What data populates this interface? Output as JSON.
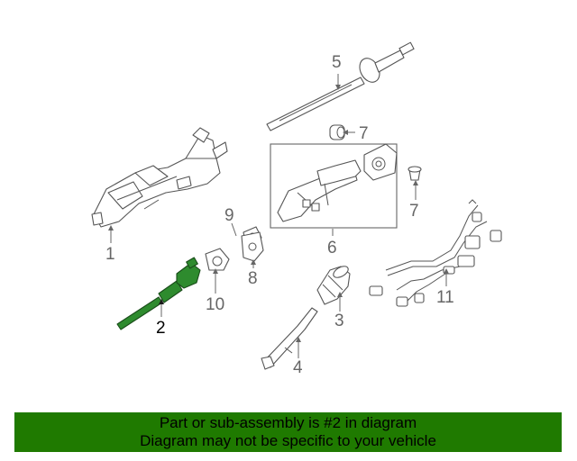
{
  "callouts": {
    "c1": "1",
    "c2": "2",
    "c3": "3",
    "c4": "4",
    "c5": "5",
    "c6": "6",
    "c7a": "7",
    "c7b": "7",
    "c8": "8",
    "c9": "9",
    "c10": "10",
    "c11": "11"
  },
  "highlight_color": "#2e8b2e",
  "caption": {
    "line1": "Part or sub-assembly is #2 in diagram",
    "line2": "Diagram may not be specific to your vehicle",
    "background": "#1f7a00"
  }
}
